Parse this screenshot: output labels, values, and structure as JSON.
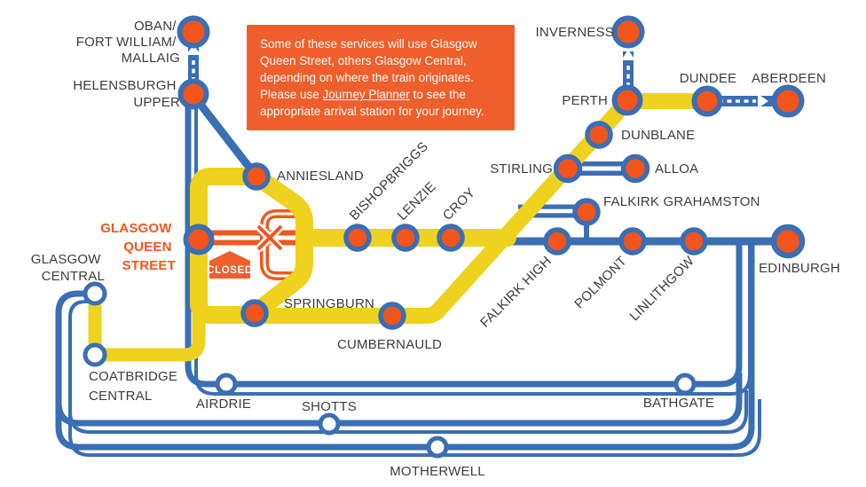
{
  "notice": {
    "text_before_link": "Some of these services will use Glasgow Queen Street, others Glasgow Central, depending on where the train originates. Please use ",
    "link_label": "Journey Planner",
    "text_after_link": " to see the appropriate arrival station for your journey."
  },
  "closed_badge": "CLOSED",
  "labels": {
    "oban": [
      "OBAN/",
      "FORT WILLIAM/",
      "MALLAIG"
    ],
    "helensburgh": [
      "HELENSBURGH",
      "UPPER"
    ],
    "glasgow_queen_street": [
      "GLASGOW",
      "QUEEN",
      "STREET"
    ],
    "glasgow_central": [
      "GLASGOW",
      "CENTRAL"
    ],
    "coatbridge": [
      "COATBRIDGE",
      "CENTRAL"
    ],
    "anniesland": "ANNIESLAND",
    "bishopbriggs": "BISHOPBRIGGS",
    "lenzie": "LENZIE",
    "croy": "CROY",
    "springburn": "SPRINGBURN",
    "cumbernauld": "CUMBERNAULD",
    "airdrie": "AIRDRIE",
    "shotts": "SHOTTS",
    "bathgate": "BATHGATE",
    "motherwell": "MOTHERWELL",
    "stirling": "STIRLING",
    "alloa": "ALLOA",
    "dunblane": "DUNBLANE",
    "perth": "PERTH",
    "inverness": "INVERNESS",
    "dundee": "DUNDEE",
    "aberdeen": "ABERDEEN",
    "falkirk_grahamston": "FALKIRK GRAHAMSTON",
    "falkirk_high": "FALKIRK HIGH",
    "polmont": "POLMONT",
    "linlithgow": "LINLITHGOW",
    "edinburgh": "EDINBURGH"
  },
  "colors": {
    "line_blue": "#3a6eb5",
    "line_yellow": "#eed21e",
    "closed_orange": "#f0571e",
    "station_orange": "#f3551c",
    "notice_orange": "#ee5f2b",
    "label_gray": "#3d3d3d"
  }
}
